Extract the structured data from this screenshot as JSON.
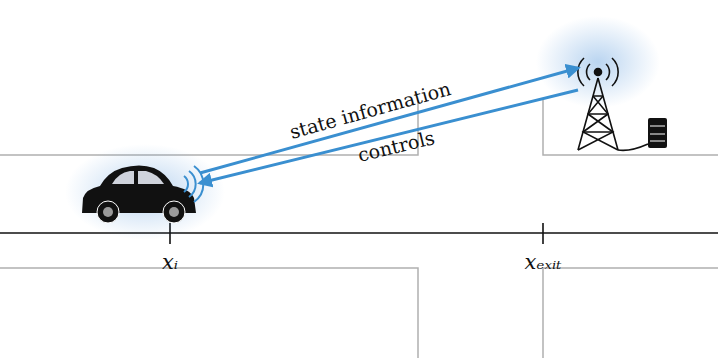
{
  "diagram": {
    "labels": [
      "state information",
      "controls",
      "xᵢ",
      "xₑₓᵢₜ"
    ]
  }
}
